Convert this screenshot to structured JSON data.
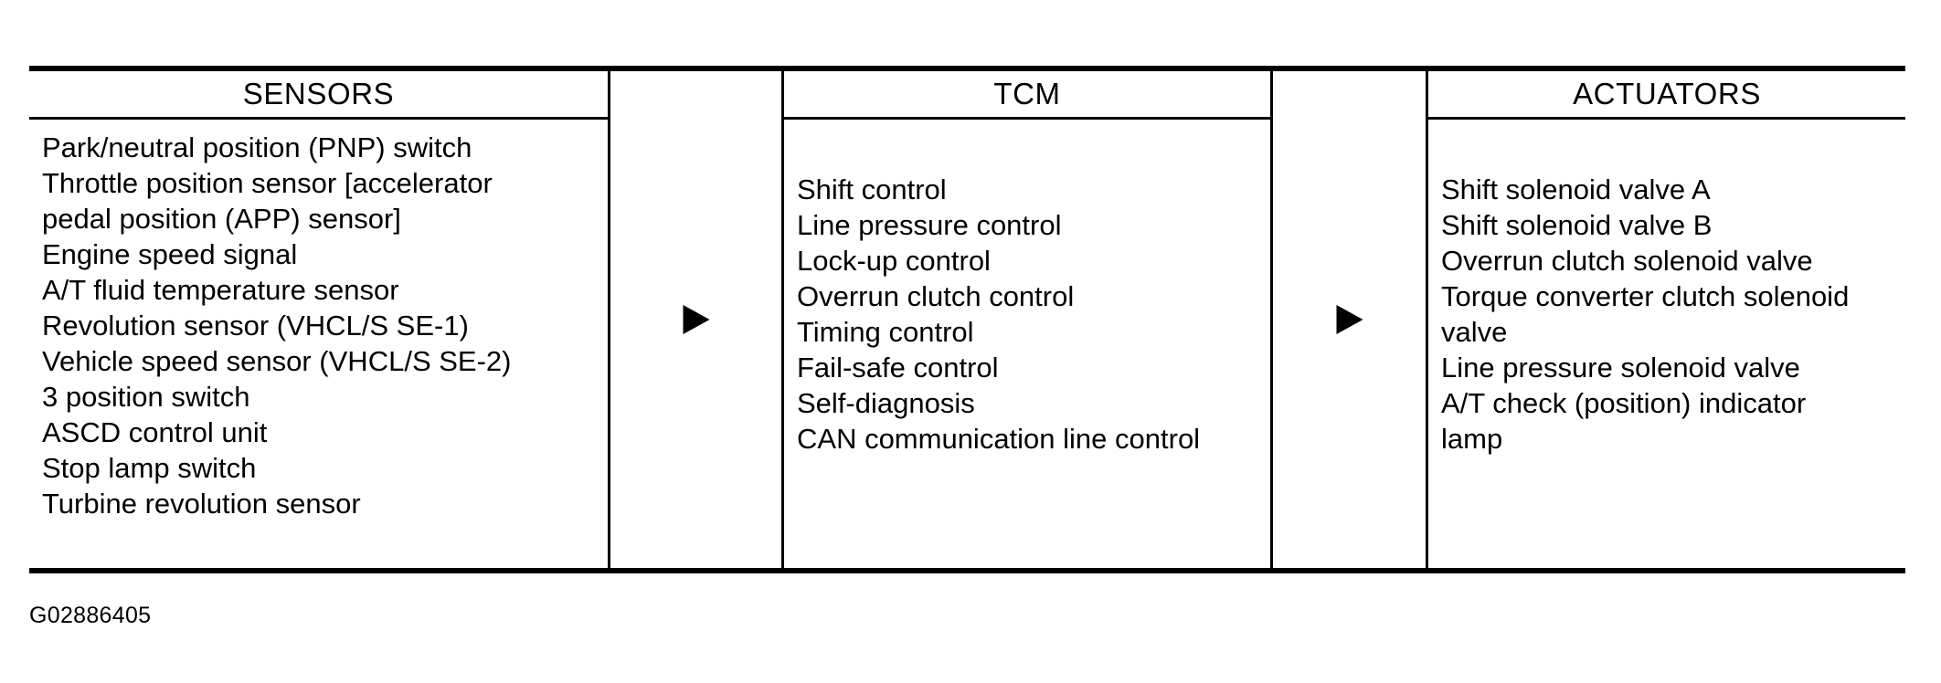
{
  "diagram": {
    "caption": "G02886405",
    "columns": [
      {
        "title": "SENSORS",
        "items": [
          "Park/neutral position (PNP) switch",
          "Throttle position sensor [accelerator",
          "pedal position (APP) sensor]",
          "Engine speed signal",
          "A/T fluid temperature sensor",
          "Revolution sensor (VHCL/S SE-1)",
          "Vehicle speed sensor (VHCL/S SE-2)",
          "3 position switch",
          "ASCD control unit",
          "Stop lamp switch",
          "Turbine revolution sensor"
        ]
      },
      {
        "title": "TCM",
        "items": [
          "Shift control",
          "Line pressure control",
          "Lock-up control",
          "Overrun clutch control",
          "Timing control",
          "Fail-safe control",
          "Self-diagnosis",
          "CAN communication line control"
        ]
      },
      {
        "title": "ACTUATORS",
        "items": [
          "Shift solenoid valve A",
          "Shift solenoid valve B",
          "Overrun clutch solenoid valve",
          "Torque converter clutch solenoid",
          "valve",
          "Line pressure solenoid valve",
          "A/T check (position) indicator",
          "lamp"
        ]
      }
    ],
    "arrows": [
      {
        "label": "flow arrow sensors to TCM"
      },
      {
        "label": "flow arrow TCM to actuators"
      }
    ],
    "colors": {
      "ink": "#000000",
      "background": "#ffffff"
    }
  }
}
